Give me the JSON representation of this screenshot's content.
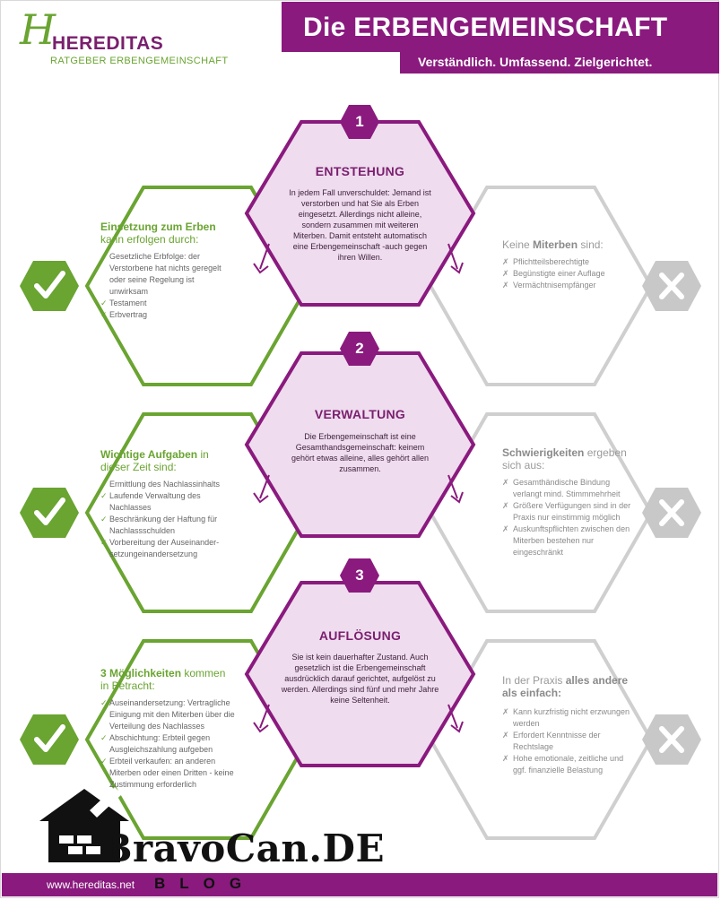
{
  "header": {
    "logo_letter": "H",
    "logo_name": "HEREDITAS",
    "logo_tagline": "RATGEBER ERBENGEMEINSCHAFT",
    "title": "Die ERBENGEMEINSCHAFT",
    "subtitle": "Verständlich. Umfassend. Zielgerichtet."
  },
  "colors": {
    "purple": "#8a1a7e",
    "lavender": "#efdcef",
    "green": "#6aa431",
    "grey": "#bdbdbd"
  },
  "stages": [
    {
      "number": "1",
      "title": "ENTSTEHUNG",
      "text": "In jedem Fall unverschuldet: Jemand ist verstorben und hat Sie als Erben eingesetzt. Allerdings nicht alleine, sondern zusammen mit weiteren Miterben. Damit entsteht automatisch eine Erbengemeinschaft -auch gegen ihren Willen.",
      "left": {
        "heading_bold": "Einsetzung zum Erben",
        "heading_rest": "kann erfolgen durch:",
        "items": [
          "Gesetzliche Erbfolge: der Verstorbene hat nichts geregelt oder seine Regelung ist unwirksam",
          "Testament",
          "Erbvertrag"
        ]
      },
      "right": {
        "heading_pre": "Keine",
        "heading_bold": "Miterben",
        "heading_rest": "sind:",
        "items": [
          "Pflichtteilsberechtigte",
          "Begünstigte einer Auflage",
          "Vermächtnisempfänger"
        ]
      }
    },
    {
      "number": "2",
      "title": "VERWALTUNG",
      "text": "Die Erbengemeinschaft ist eine Gesamthandsgemeinschaft: keinem gehört etwas alleine, alles gehört allen zusammen.",
      "left": {
        "heading_bold": "Wichtige Aufgaben",
        "heading_rest": "in dieser Zeit sind:",
        "items": [
          "Ermittlung des Nachlassinhalts",
          "Laufende Verwaltung des Nachlasses",
          "Beschränkung der Haftung für Nachlassschulden",
          "Vorbereitung der Auseinander-setzungeinandersetzung"
        ]
      },
      "right": {
        "heading_pre": "",
        "heading_bold": "Schwierigkeiten",
        "heading_rest": "ergeben sich aus:",
        "items": [
          "Gesamthändische Bindung verlangt mind. Stimmmehrheit",
          "Größere Verfügungen sind in der Praxis nur einstimmig möglich",
          "Auskunftspflichten zwischen den Miterben bestehen nur eingeschränkt"
        ]
      }
    },
    {
      "number": "3",
      "title": "AUFLÖSUNG",
      "text": "Sie ist kein dauerhafter Zustand. Auch gesetzlich ist die Erbengemeinschaft ausdrücklich darauf gerichtet, aufgelöst zu werden. Allerdings sind fünf und mehr Jahre keine Seltenheit.",
      "left": {
        "heading_bold": "3 Möglichkeiten",
        "heading_rest": "kommen in Betracht:",
        "items": [
          "Auseinandersetzung: Vertragliche Einigung mit den Miterben über die Verteilung des Nachlasses",
          "Abschichtung: Erbteil gegen Ausgleichszahlung aufgeben",
          "Erbteil verkaufen: an anderen Miterben oder einen Dritten - keine Zustimmung erforderlich"
        ]
      },
      "right": {
        "heading_pre": "In der Praxis",
        "heading_bold": "alles andere als einfach:",
        "heading_rest": "",
        "items": [
          "Kann kurzfristig nicht erzwungen werden",
          "Erfordert Kenntnisse der Rechtslage",
          "Hohe emotionale, zeitliche und ggf. finanzielle Belastung"
        ]
      }
    }
  ],
  "footer": {
    "url": "www.hereditas.net"
  },
  "watermark": {
    "name": "BravoCan.DE",
    "tag": "BLOG"
  }
}
